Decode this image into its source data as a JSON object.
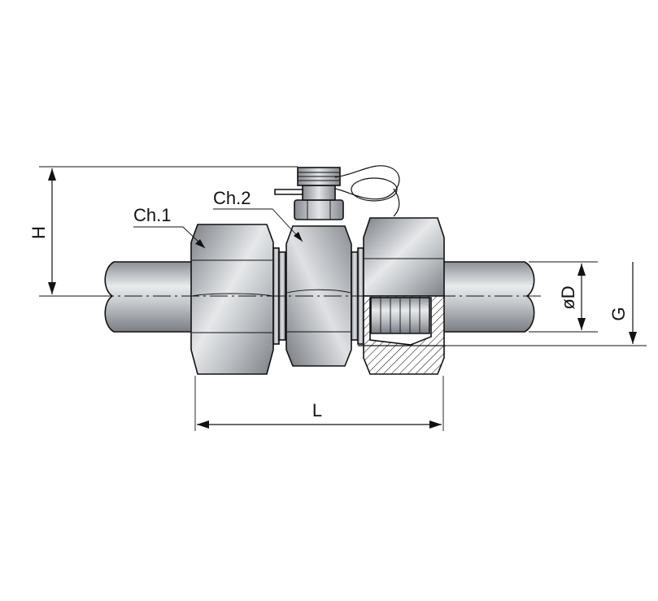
{
  "labels": {
    "ch1": "Ch.1",
    "ch2": "Ch.2",
    "h": "H",
    "l": "L",
    "d": "øD",
    "g": "G"
  },
  "colors": {
    "metal_dark": "#7d8187",
    "metal_mid": "#b7bbc0",
    "metal_light": "#eef0f2",
    "line": "#111111"
  }
}
